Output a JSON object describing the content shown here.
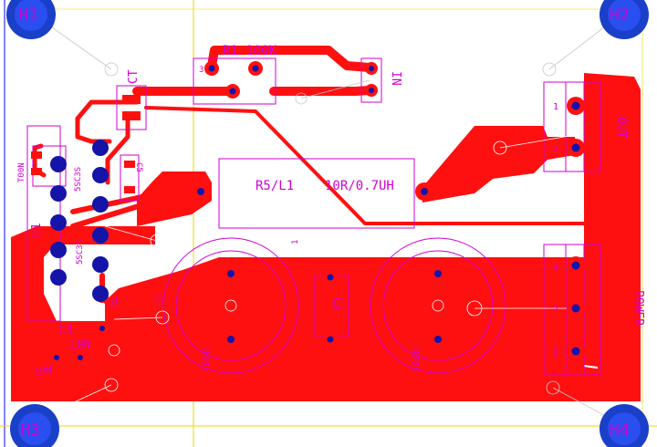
{
  "colors": {
    "background": "#ffffff",
    "copper": "#ff1010",
    "silkscreen": "#d000d0",
    "drill": "#1414a8",
    "mounting_hole": "#1a3fc8",
    "guide_yellow": "#e8d800",
    "guide_blue": "#3030ff"
  },
  "mounting_holes": [
    {
      "label": "H1"
    },
    {
      "label": "H2"
    },
    {
      "label": "H3"
    },
    {
      "label": "H4"
    }
  ],
  "designators": {
    "r1": "R1 100K",
    "ct": "CT",
    "in": "IN",
    "r5l1": "R5/L1",
    "r5l1_value": "10R/0.7UH",
    "out": "OUT",
    "power": "POWER",
    "u1": "U1",
    "c3": "C3",
    "c3_value": "10N",
    "c5": "C5",
    "c5_sm": "C5",
    "lbl_10n": "10N",
    "lbl_100u": "100U",
    "lbl_100u_2": "100U",
    "lbl_t00n": "T00N",
    "lbl_sscs": "5SC3S",
    "lbl_sscs2": "5SC3S",
    "lbl_r2": "R2",
    "lbl_c2": "C2",
    "pin_1a": "1",
    "pin_2a": "2",
    "pin_1b": "1",
    "pin_2b": "2",
    "pin_3b": "3",
    "pin_3": "3",
    "pin_1": "1"
  }
}
